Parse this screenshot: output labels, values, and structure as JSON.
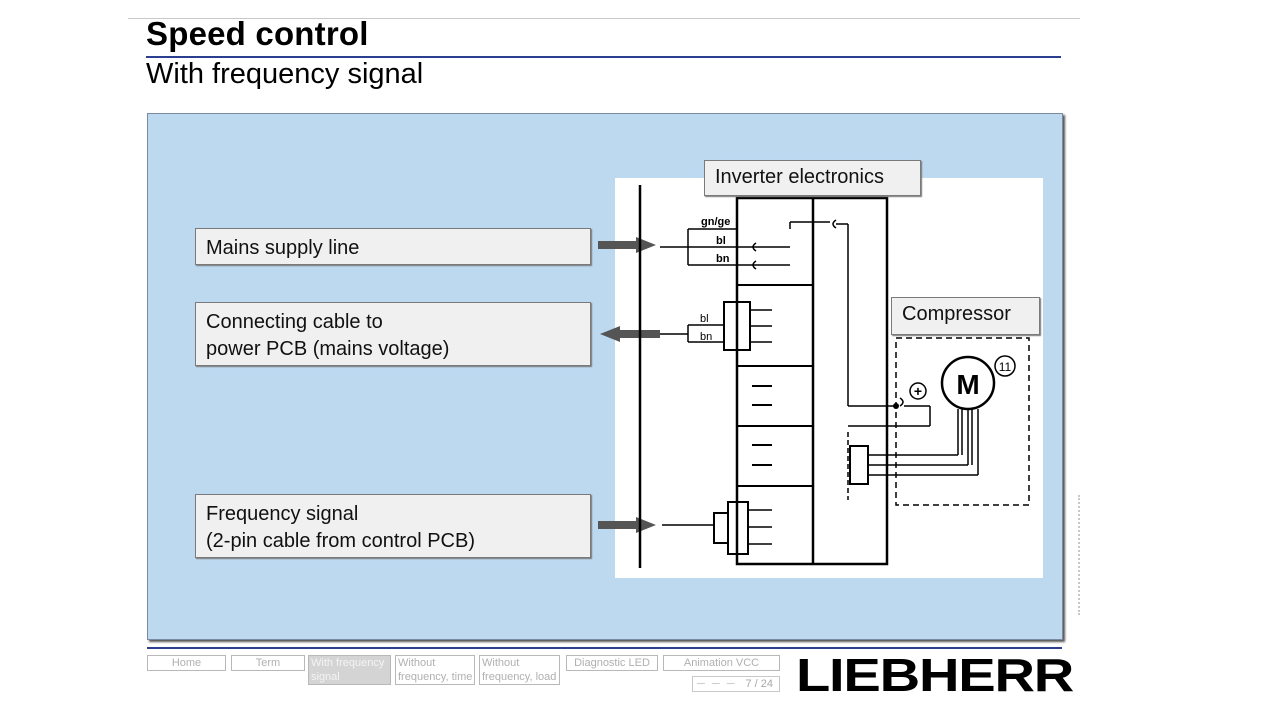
{
  "slide": {
    "title": "Speed control",
    "subtitle": "With frequency signal"
  },
  "labels": {
    "mains_supply": "Mains supply line",
    "connecting_cable_line1": "Connecting cable to",
    "connecting_cable_line2": "power PCB (mains voltage)",
    "frequency_signal_line1": "Frequency signal",
    "frequency_signal_line2": "(2-pin cable from control PCB)",
    "inverter": "Inverter electronics",
    "compressor": "Compressor"
  },
  "diagram": {
    "wire_gnge": "gn/ge",
    "wire_bl": "bl",
    "wire_bn": "bn",
    "wire_bl2": "bl",
    "wire_bn2": "bn",
    "motor": "M",
    "motor_ref": "11",
    "plus": "+"
  },
  "nav": {
    "home": "Home",
    "term": "Term",
    "with_freq_1": "With frequency",
    "with_freq_2": "signal",
    "without_time_1": "Without",
    "without_time_2": "frequency, time",
    "without_load_1": "Without",
    "without_load_2": "frequency, load",
    "diagnostic": "Diagnostic LED",
    "animation": "Animation VCC",
    "pager_arrows": "─ ─ ─",
    "page": "7 / 24"
  },
  "brand": {
    "logo": "LIEBHERR"
  },
  "colors": {
    "panel": "#bdd9f0",
    "rule": "#2a3f8f",
    "arrow": "#555555"
  }
}
